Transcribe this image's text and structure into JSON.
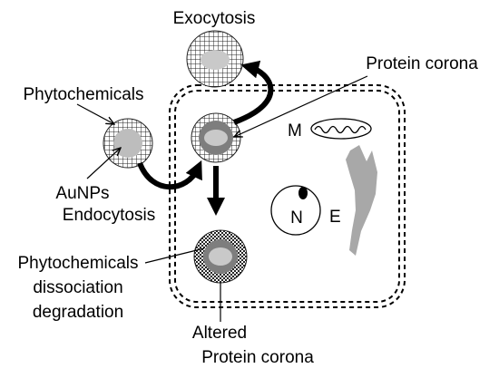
{
  "labels": {
    "exocytosis": "Exocytosis",
    "protein_corona": "Protein corona",
    "phytochemicals": "Phytochemicals",
    "aunps": "AuNPs",
    "endocytosis": "Endocytosis",
    "phyto_dissoc_1": "Phytochemicals",
    "phyto_dissoc_2": "dissociation",
    "phyto_dissoc_3": "degradation",
    "altered_1": "Altered",
    "altered_2": "Protein corona",
    "mitochondrion": "M",
    "nucleus": "N",
    "er": "E"
  }
}
